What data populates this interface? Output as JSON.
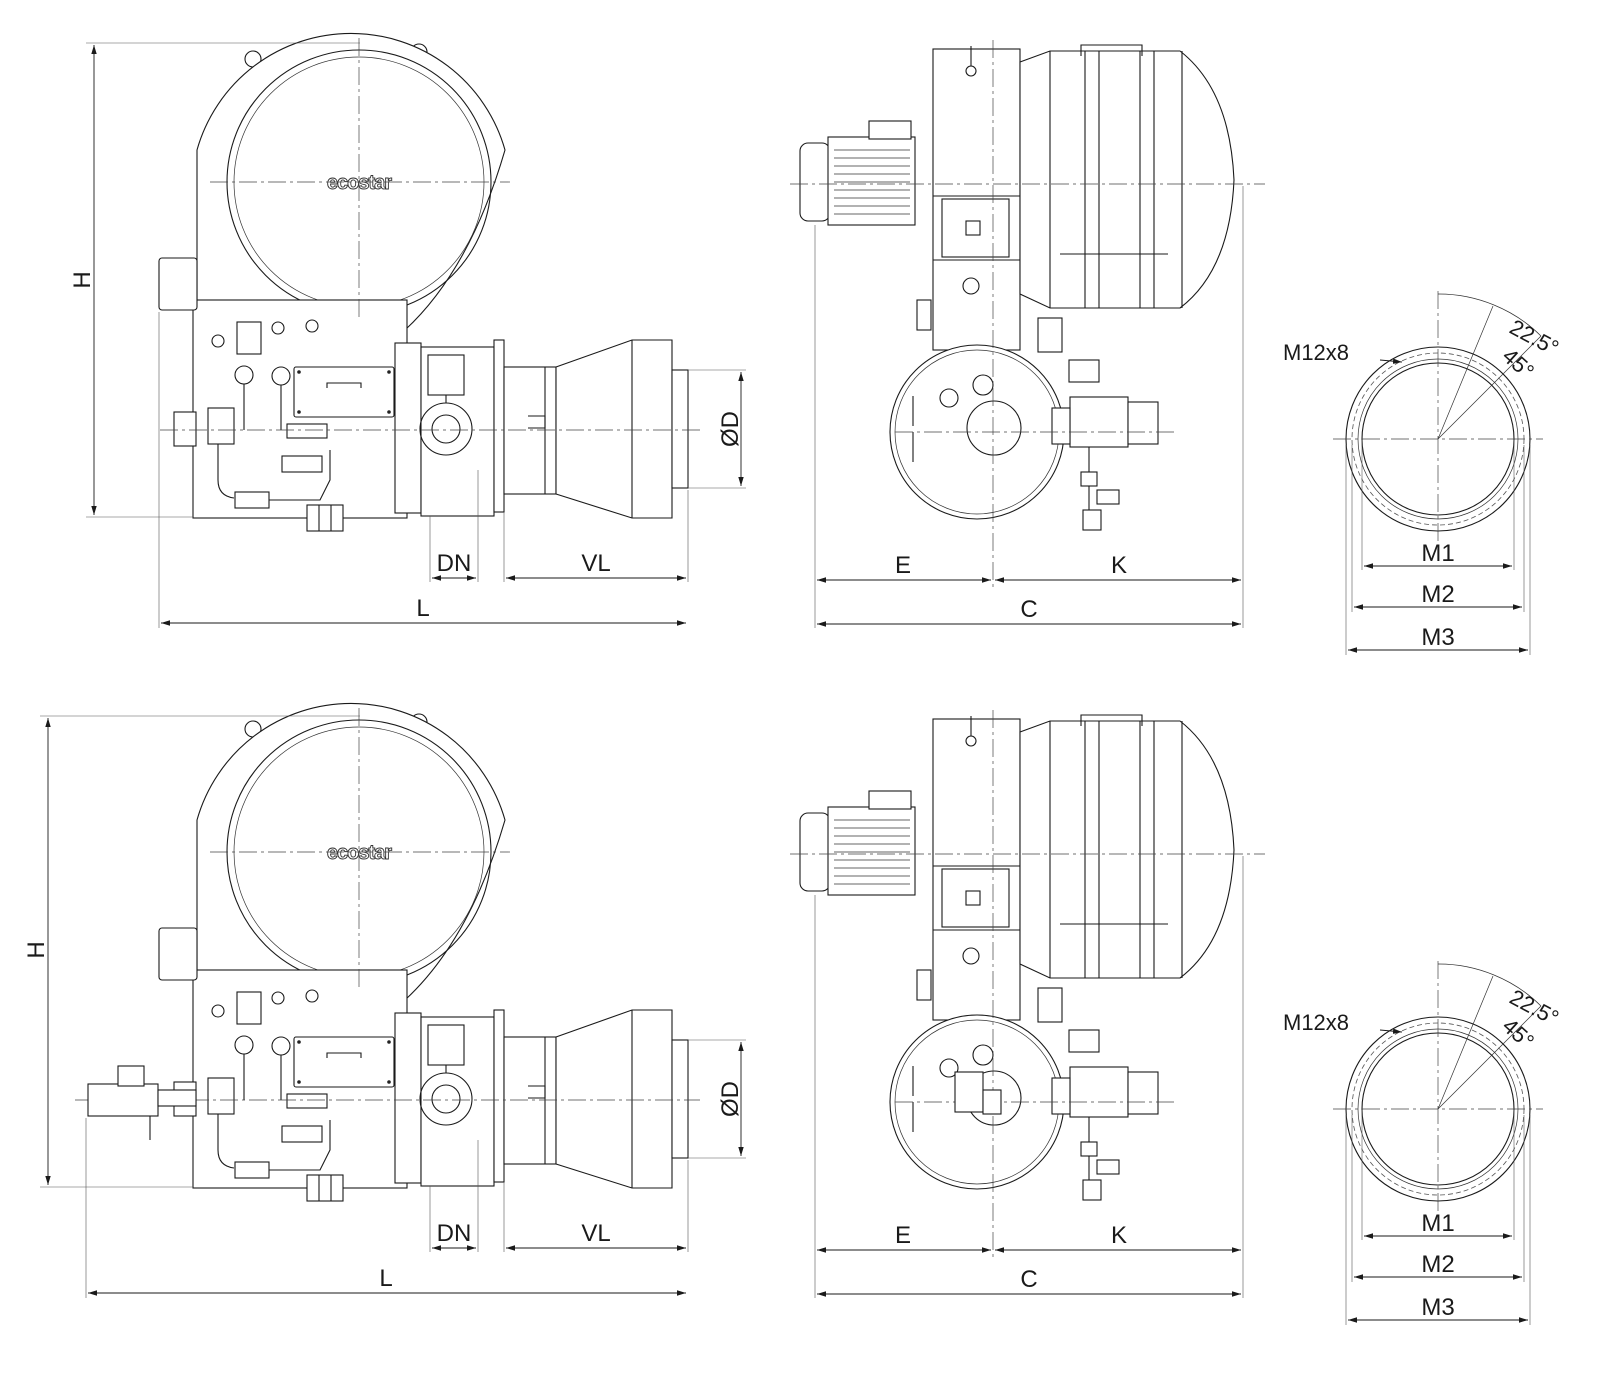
{
  "brand": "ecostar",
  "views": [
    {
      "name": "top",
      "side_labels": {
        "height": "H",
        "diameter": "ØD",
        "nozzle": "DN",
        "vl": "VL",
        "length": "L"
      },
      "front_labels": {
        "e": "E",
        "k": "K",
        "c": "C"
      },
      "flange_labels": {
        "bolts": "M12x8",
        "angle_a": "22.5°",
        "angle_b": "45°",
        "m1": "M1",
        "m2": "M2",
        "m3": "M3"
      }
    },
    {
      "name": "bottom",
      "side_labels": {
        "height": "H",
        "diameter": "ØD",
        "nozzle": "DN",
        "vl": "VL",
        "length": "L"
      },
      "front_labels": {
        "e": "E",
        "k": "K",
        "c": "C"
      },
      "flange_labels": {
        "bolts": "M12x8",
        "angle_a": "22.5°",
        "angle_b": "45°",
        "m1": "M1",
        "m2": "M2",
        "m3": "M3"
      }
    }
  ]
}
